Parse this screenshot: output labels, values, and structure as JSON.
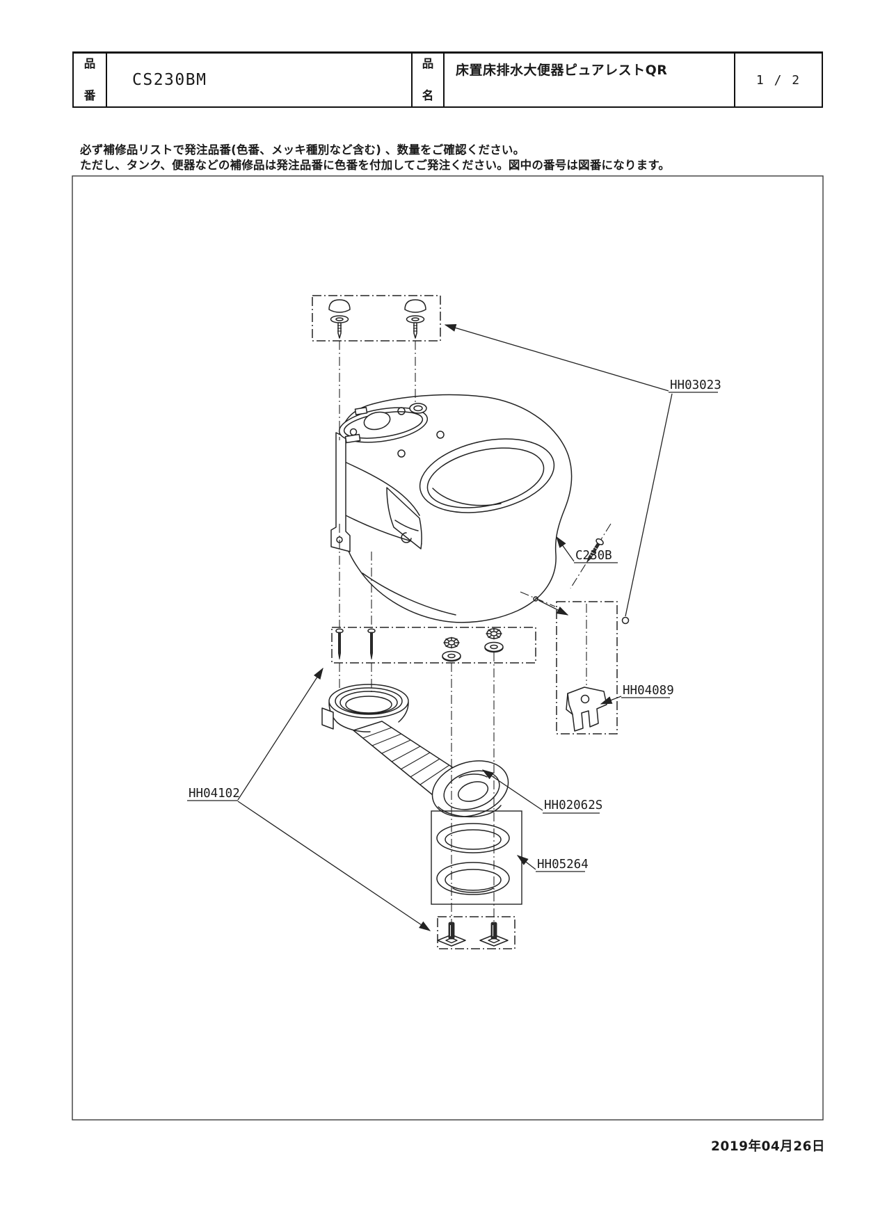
{
  "header": {
    "part_number_label": {
      "top": "品",
      "bottom": "番"
    },
    "part_number": "CS230BM",
    "part_name_label": {
      "top": "品",
      "bottom": "名"
    },
    "part_name": "床置床排水大便器ピュアレストQR",
    "page_indicator": "1 / 2"
  },
  "notes": {
    "line1": "必ず補修品リストで発注品番(色番、メッキ種別など含む) 、数量をご確認ください。",
    "line2": "ただし、タンク、便器などの補修品は発注品番に色番を付加してご発注ください。図中の番号は図番になります。"
  },
  "diagram": {
    "parts": {
      "hh03023": "HH03023",
      "c230b": "C230B",
      "hh04089": "HH04089",
      "hh04102": "HH04102",
      "hh02062s": "HH02062S",
      "hh05264": "HH05264"
    }
  },
  "footer": {
    "date": "2019年04月26日"
  }
}
